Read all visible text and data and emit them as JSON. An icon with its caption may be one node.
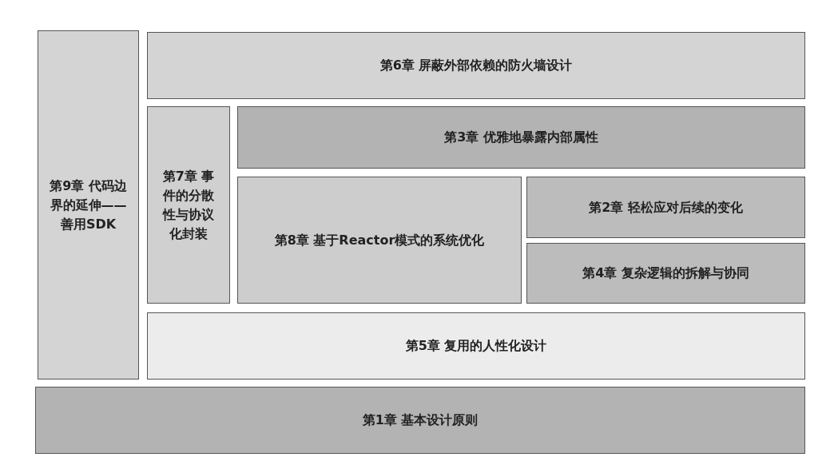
{
  "diagram": {
    "nodes": [
      {
        "text": [
          "第9章 代码边界的延伸——善用SDK"
        ]
      },
      {
        "text": [
          "第6章 屏蔽外部依赖的防火墙设计"
        ]
      },
      {
        "text": [
          "第7章 事件的分散性与协议化封装"
        ]
      },
      {
        "text": [
          "第3章 优雅地暴露内部属性"
        ]
      },
      {
        "text": [
          "第8章 基于Reactor模式的系统优化"
        ]
      },
      {
        "text": [
          "第2章 轻松应对后续的变化"
        ]
      },
      {
        "text": [
          "第4章 复杂逻辑的拆解与协同"
        ]
      },
      {
        "text": [
          "第5章 复用的人性化设计"
        ]
      },
      {
        "text": [
          "第1章 基本设计原则"
        ]
      }
    ]
  }
}
